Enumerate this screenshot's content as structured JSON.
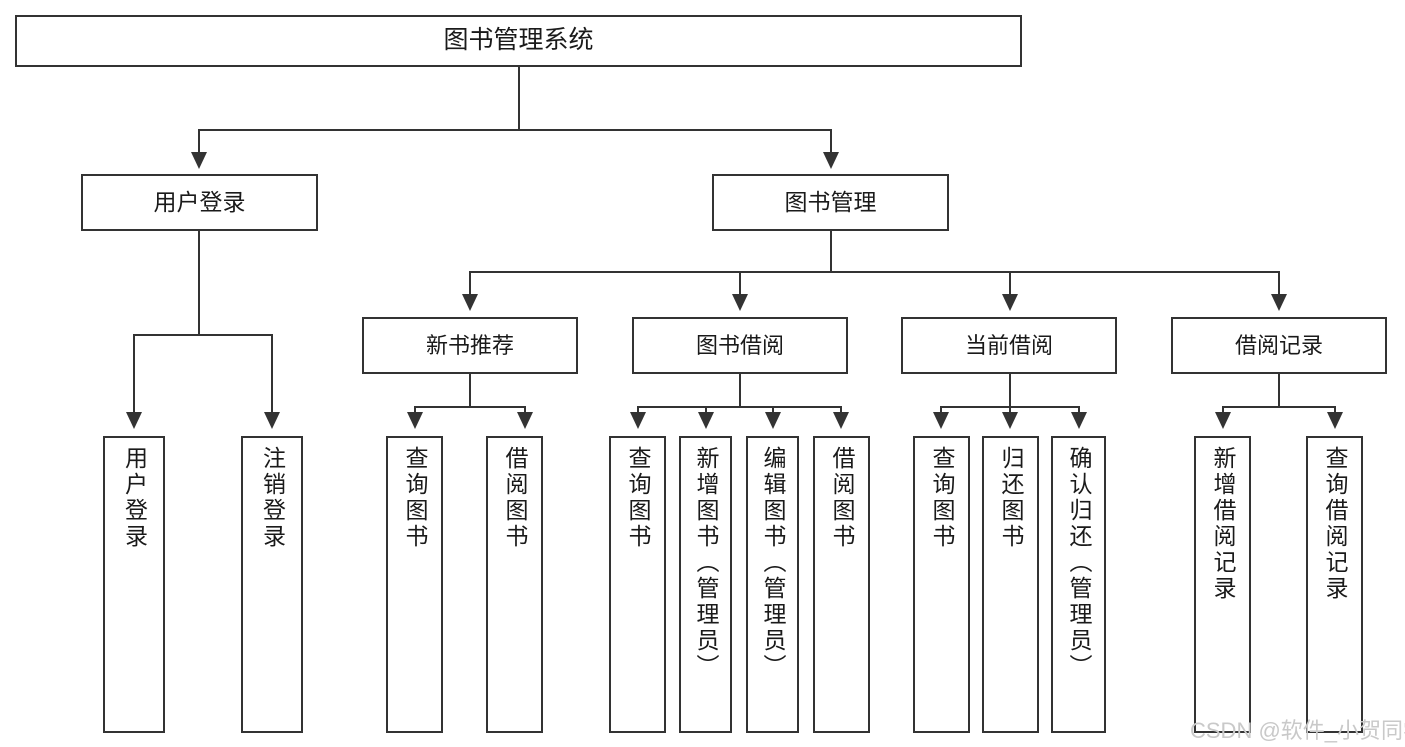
{
  "diagram": {
    "title": "图书管理系统",
    "type": "hierarchy-tree",
    "root": {
      "label": "图书管理系统"
    },
    "level1": [
      {
        "label": "用户登录"
      },
      {
        "label": "图书管理"
      }
    ],
    "level2": [
      {
        "label": "新书推荐"
      },
      {
        "label": "图书借阅"
      },
      {
        "label": "当前借阅"
      },
      {
        "label": "借阅记录"
      }
    ],
    "leaves": {
      "user_login": [
        {
          "label": "用户登录"
        },
        {
          "label": "注销登录"
        }
      ],
      "new_book_recommend": [
        {
          "label": "查询图书"
        },
        {
          "label": "借阅图书"
        }
      ],
      "book_borrow": [
        {
          "label": "查询图书"
        },
        {
          "label": "新增图书（管理员）"
        },
        {
          "label": "编辑图书（管理员）"
        },
        {
          "label": "借阅图书"
        }
      ],
      "current_borrow": [
        {
          "label": "查询图书"
        },
        {
          "label": "归还图书"
        },
        {
          "label": "确认归还（管理员）"
        }
      ],
      "borrow_records": [
        {
          "label": "新增借阅记录"
        },
        {
          "label": "查询借阅记录"
        }
      ]
    }
  },
  "watermark": {
    "text": "CSDN @软件_小贺同学"
  },
  "colors": {
    "background": "#ffffff",
    "stroke": "#333333",
    "text": "#1a1a1a",
    "watermark": "#c9c9c9"
  }
}
